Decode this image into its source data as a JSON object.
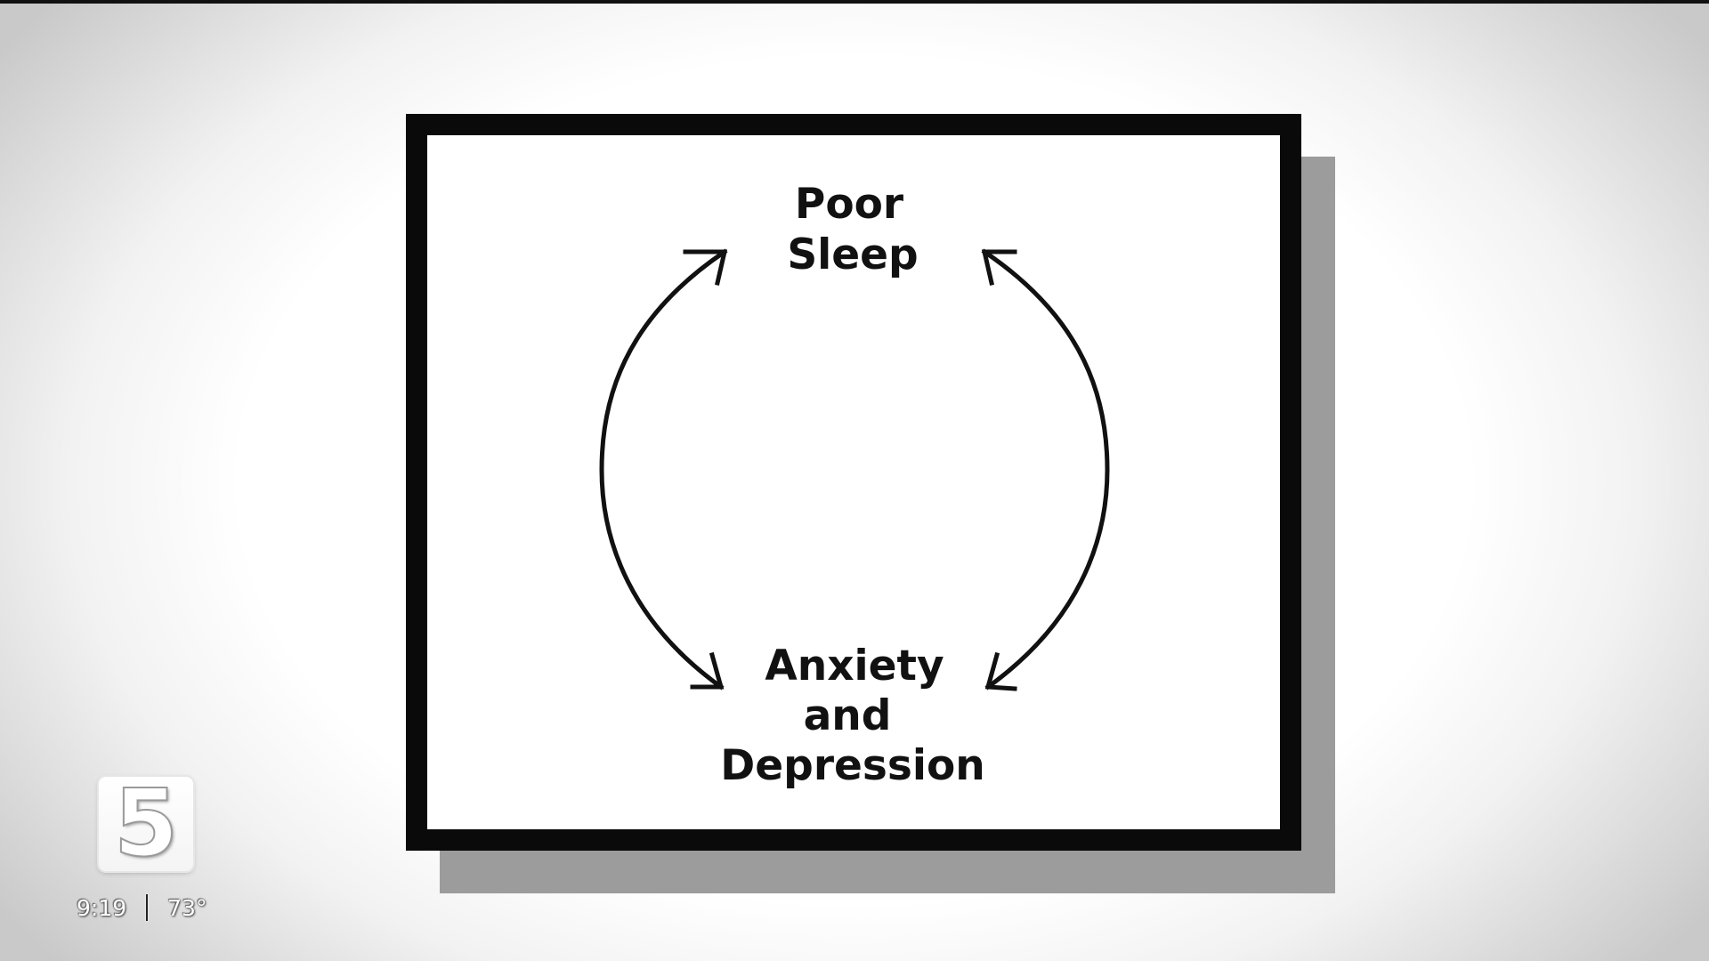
{
  "diagram": {
    "top_node": {
      "line1": "Poor",
      "line2": "Sleep"
    },
    "bottom_node": {
      "line1": "Anxiety",
      "line2": "and",
      "line3": "Depression"
    }
  },
  "broadcast": {
    "channel_logo": "5",
    "time": "9:19",
    "temperature": "73°"
  },
  "colors": {
    "frame": "#0a0a0a",
    "shadow": "#9c9c9c",
    "arrow": "#111111"
  }
}
